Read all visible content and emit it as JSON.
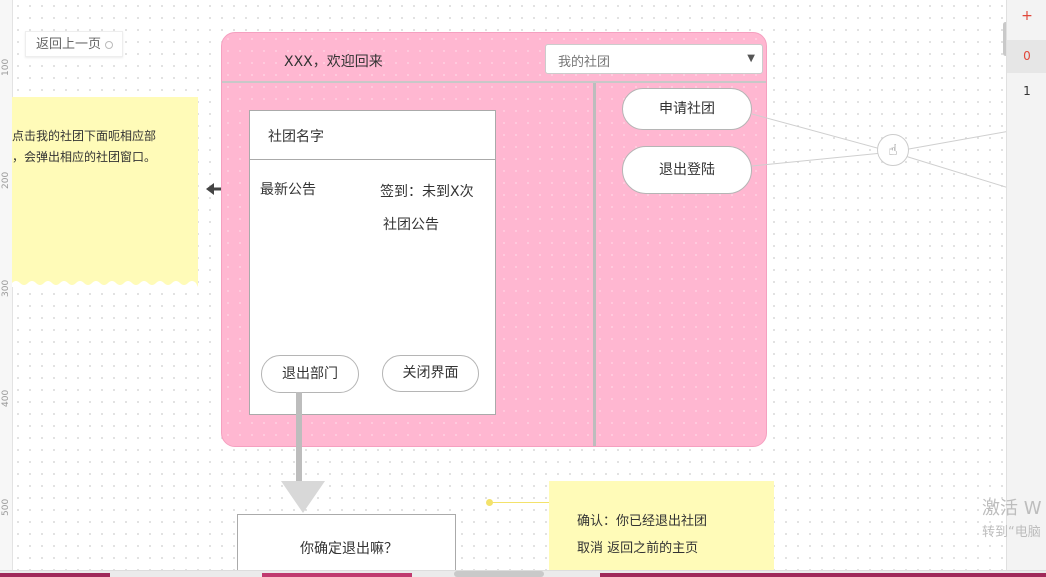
{
  "toolbar": {
    "back_label": "返回上一页"
  },
  "ruler": {
    "ticks": [
      "100",
      "200",
      "300",
      "400",
      "500"
    ]
  },
  "sticky_left": {
    "line1": "点击我的社团下面呃相应部",
    "line2": "，会弹出相应的社团窗口。"
  },
  "phone": {
    "welcome": "XXX，欢迎回来",
    "club_select": {
      "selected": "我的社团"
    },
    "apply_button": "申请社团",
    "logout_button": "退出登陆",
    "card": {
      "title": "社团名字",
      "latest_notice": "最新公告",
      "checkin": "签到：未到X次",
      "club_notice": "社团公告",
      "leave_button": "退出部门",
      "close_button": "关闭界面"
    }
  },
  "dialog": {
    "question": "你确定退出嘛？"
  },
  "sticky_bottom": {
    "confirm": "确认：你已经退出社团",
    "cancel": "取消 返回之前的主页"
  },
  "right_panel": {
    "add": "+",
    "row0": "0",
    "row1": "1"
  },
  "watermark": {
    "line1": "激活 W",
    "line2": "转到“电脑"
  },
  "colors": {
    "phone_bg": "#ffb7d1",
    "sticky": "#fffbb8",
    "accent": "#e0473a"
  }
}
